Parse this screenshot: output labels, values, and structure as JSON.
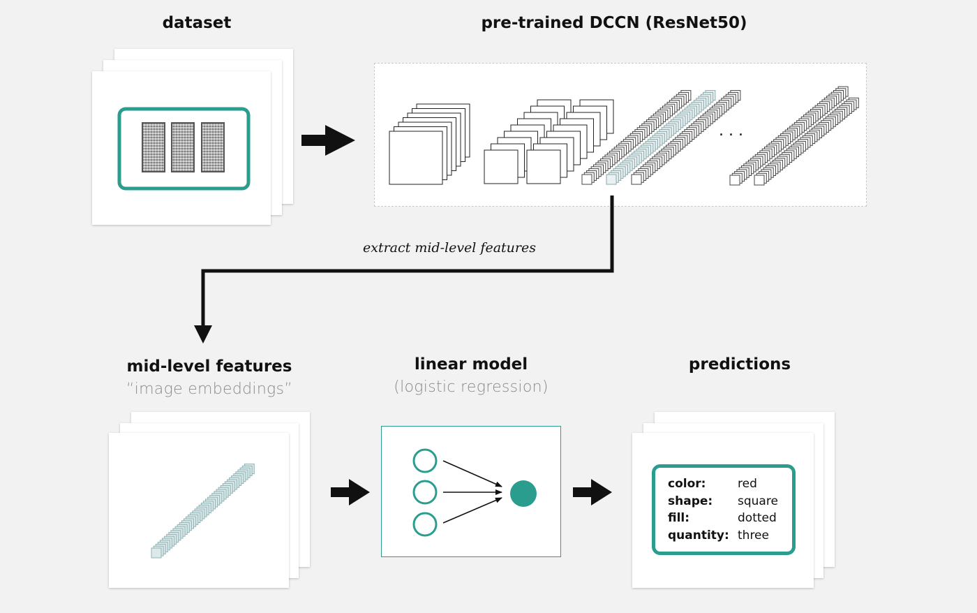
{
  "titles": {
    "dataset": "dataset",
    "dccn": "pre-trained DCCN (ResNet50)",
    "features": "mid-level features",
    "features_sub": "“image embeddings”",
    "linear": "linear model",
    "linear_sub": "(logistic regression)",
    "predictions": "predictions"
  },
  "extract_label": "extract mid-level features",
  "ellipsis": ". . .",
  "predictions": [
    {
      "key": "color:",
      "value": "red"
    },
    {
      "key": "shape:",
      "value": "square"
    },
    {
      "key": "fill:",
      "value": "dotted"
    },
    {
      "key": "quantity:",
      "value": "three"
    }
  ],
  "colors": {
    "accent": "#2a9d8f",
    "background": "#f2f2f2",
    "arrow": "#111111"
  }
}
